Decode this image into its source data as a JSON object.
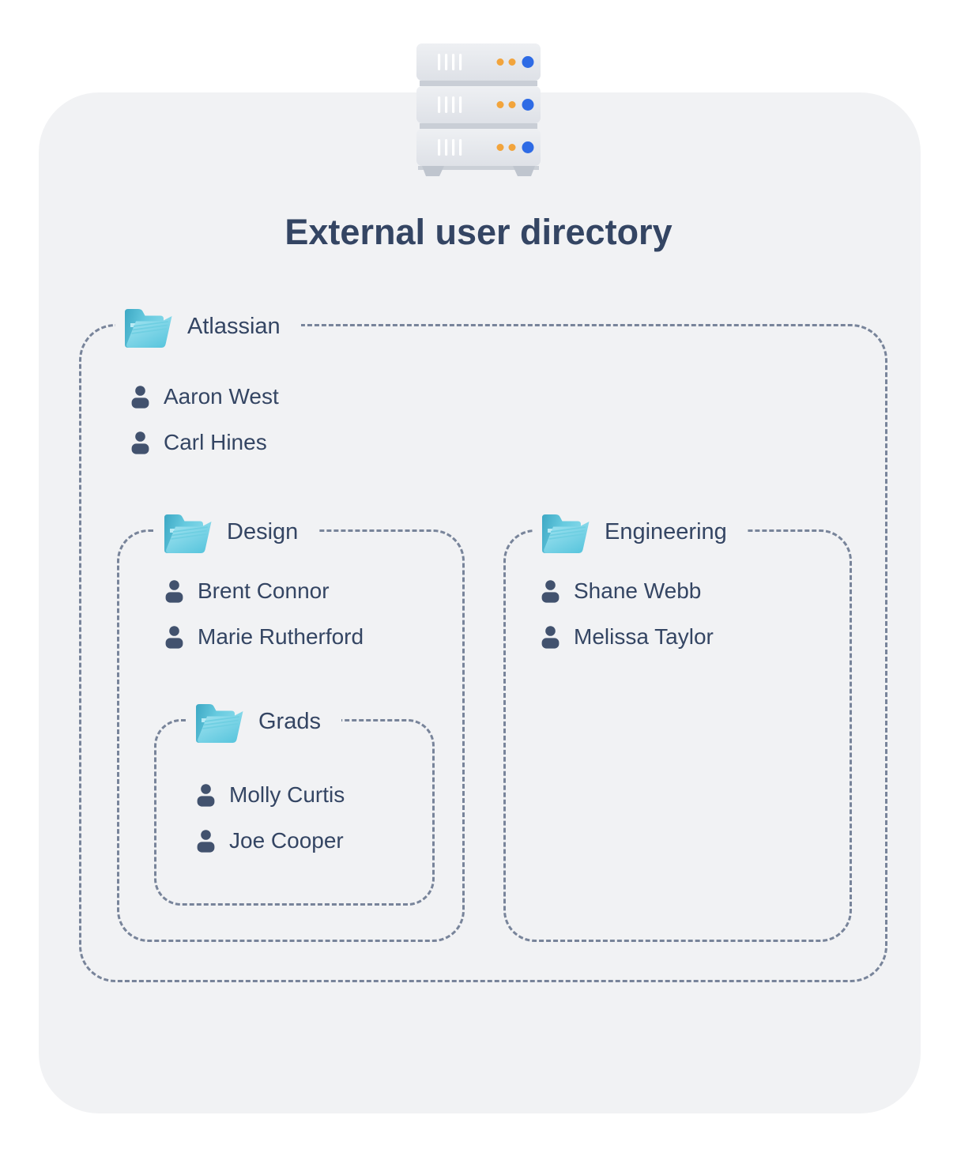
{
  "title": "External user directory",
  "colors": {
    "card_bg": "#F1F2F4",
    "dashed_border": "#78849A",
    "text": "#344563",
    "person_icon": "#42526E",
    "folder_cyan": "#5BC6DE",
    "folder_light_cyan": "#A3E4F1",
    "server_body": "#E7EAEE",
    "server_led_orange": "#F2A43C",
    "server_led_blue": "#2E6BE5"
  },
  "directory": {
    "source_icon": "server-stack-icon",
    "root": {
      "label": "Atlassian",
      "icon": "folder-icon",
      "users": [
        "Aaron West",
        "Carl Hines"
      ],
      "children": [
        {
          "label": "Design",
          "icon": "folder-icon",
          "users": [
            "Brent Connor",
            "Marie Rutherford"
          ],
          "children": [
            {
              "label": "Grads",
              "icon": "folder-icon",
              "users": [
                "Molly Curtis",
                "Joe Cooper"
              ],
              "children": []
            }
          ]
        },
        {
          "label": "Engineering",
          "icon": "folder-icon",
          "users": [
            "Shane Webb",
            "Melissa Taylor"
          ],
          "children": []
        }
      ]
    }
  }
}
